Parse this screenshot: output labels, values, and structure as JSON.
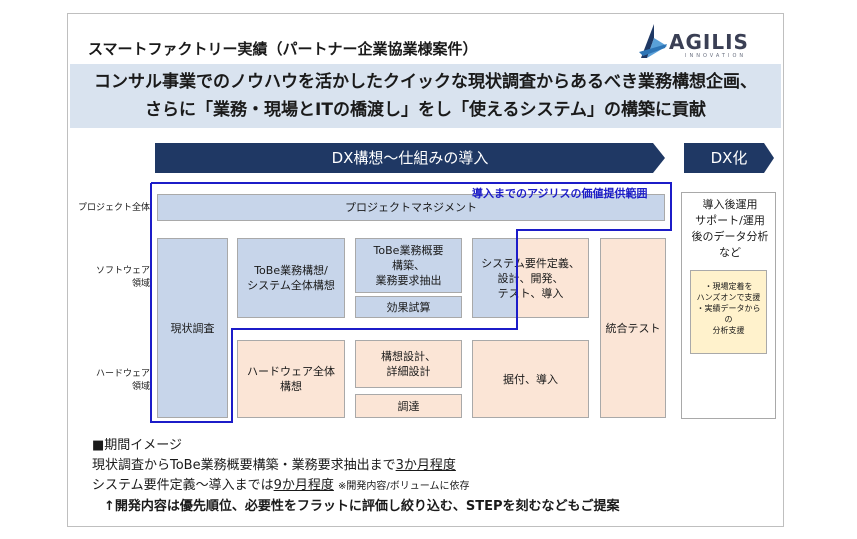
{
  "title": "スマートファクトリー実績（パートナー企業協業様案件）",
  "logo": {
    "name": "AGILIS",
    "tagline": "INNOVATION"
  },
  "headline": {
    "line1": "コンサル事業でのノウハウを活かしたクイックな現状調査からあるべき業務構想企画、",
    "line2": "さらに「業務・現場とITの橋渡し」をし「使えるシステム」の構築に貢献"
  },
  "phases": {
    "main": "DX構想～仕組みの導入",
    "dx": "DX化"
  },
  "row_labels": {
    "project": "プロジェクト全体",
    "software": [
      "ソフトウェア",
      "領域"
    ],
    "hardware": [
      "ハードウェア",
      "領域"
    ]
  },
  "value_range_label": "導入までのアジリスの価値提供範囲",
  "boxes": {
    "pm": "プロジェクトマネジメント",
    "survey": "現状調査",
    "tobe_concept": [
      "ToBe業務構想/",
      "システム全体構想"
    ],
    "tobe_outline": [
      "ToBe業務概要",
      "構築、",
      "業務要求抽出"
    ],
    "effect_trial": "効果試算",
    "sys_req": [
      "システム要件定義、",
      "設計、開発、",
      "テスト、導入"
    ],
    "integration_test": "統合テスト",
    "hw_concept": [
      "ハードウェア全体",
      "構想"
    ],
    "concept_design": [
      "構想設計、",
      "詳細設計"
    ],
    "procurement": "調達",
    "install": "据付、導入"
  },
  "dx_column": {
    "text": [
      "導入後運用",
      "サポート/運用",
      "後のデータ分析",
      "など"
    ],
    "note": [
      "・現場定着を",
      "ハンズオンで支援",
      "・実績データからの",
      "分析支援"
    ]
  },
  "footer": {
    "heading": "■期間イメージ",
    "line1_pre": "現状調査からToBe業務概要構築・業務要求抽出まで",
    "line1_dur": "3か月程度",
    "line2_pre": "システム要件定義～導入までは",
    "line2_dur": "9か月程度",
    "line2_note": "※開発内容/ボリュームに依存",
    "line3": "↑開発内容は優先順位、必要性をフラットに評価し絞り込む、STEPを刻むなどもご提案"
  }
}
